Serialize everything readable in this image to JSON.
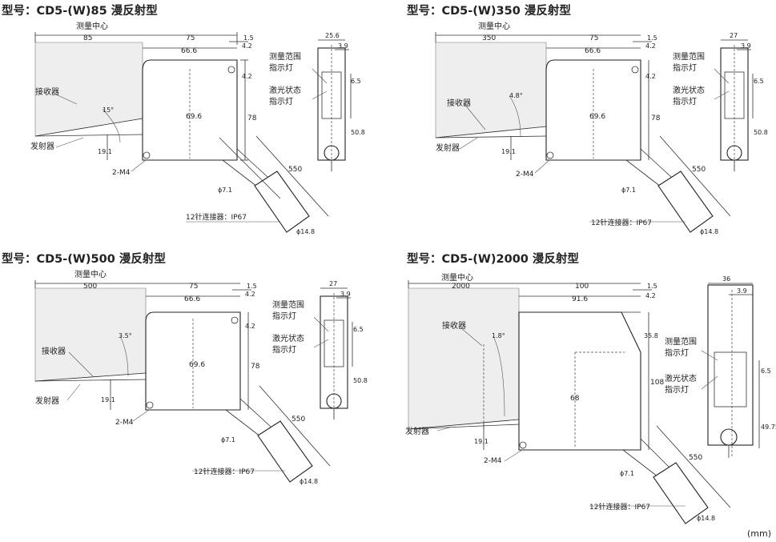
{
  "unit_label": "(mm)",
  "panels": [
    {
      "title": "型号：CD5-(W)85  漫反射型",
      "center_label": "测量中心",
      "dist": "85",
      "w75": "75",
      "w666": "66.6",
      "w15": "1.5",
      "w42": "4.2",
      "h42": "4.2",
      "h696": "69.6",
      "h78": "78",
      "h191": "19.1",
      "angle": "15°",
      "receiver": "接收器",
      "emitter": "发射器",
      "mount": "2-M4",
      "phi71": "ϕ7.1",
      "cable": "550",
      "connector": "12针连接器：IP67",
      "phi148": "ϕ14.8",
      "side_w": "25.6",
      "side_39": "3.9",
      "side_65": "6.5",
      "side_508": "50.8",
      "range_light_1": "测量范围",
      "range_light_2": "指示灯",
      "laser_light_1": "激光状态",
      "laser_light_2": "指示灯"
    },
    {
      "title": "型号：CD5-(W)350  漫反射型",
      "center_label": "测量中心",
      "dist": "350",
      "w75": "75",
      "w666": "66.6",
      "w15": "1.5",
      "w42": "4.2",
      "h42": "4.2",
      "h696": "69.6",
      "h78": "78",
      "h191": "19.1",
      "angle": "4.8°",
      "receiver": "接收器",
      "emitter": "发射器",
      "mount": "2-M4",
      "phi71": "ϕ7.1",
      "cable": "550",
      "connector": "12针连接器：IP67",
      "phi148": "ϕ14.8",
      "side_w": "27",
      "side_39": "3.9",
      "side_65": "6.5",
      "side_508": "50.8",
      "range_light_1": "测量范围",
      "range_light_2": "指示灯",
      "laser_light_1": "激光状态",
      "laser_light_2": "指示灯"
    },
    {
      "title": "型号：CD5-(W)500  漫反射型",
      "center_label": "测量中心",
      "dist": "500",
      "w75": "75",
      "w666": "66.6",
      "w15": "1.5",
      "w42": "4.2",
      "h42": "4.2",
      "h696": "69.6",
      "h78": "78",
      "h191": "19.1",
      "angle": "3.5°",
      "receiver": "接收器",
      "emitter": "发射器",
      "mount": "2-M4",
      "phi71": "ϕ7.1",
      "cable": "550",
      "connector": "12针连接器：IP67",
      "phi148": "ϕ14.8",
      "side_w": "27",
      "side_39": "3.9",
      "side_65": "6.5",
      "side_508": "50.8",
      "range_light_1": "测量范围",
      "range_light_2": "指示灯",
      "laser_light_1": "激光状态",
      "laser_light_2": "指示灯"
    },
    {
      "title": "型号：CD5-(W)2000  漫反射型",
      "center_label": "测量中心",
      "dist": "2000",
      "w75": "100",
      "w666": "91.6",
      "w15": "1.5",
      "w42": "4.2",
      "h42": "35.8",
      "h696": "68",
      "h78": "108",
      "h191": "19.1",
      "angle": "1.8°",
      "receiver": "接收器",
      "emitter": "发射器",
      "mount": "2-M4",
      "phi71": "ϕ7.1",
      "cable": "550",
      "connector": "12针连接器：IP67",
      "phi148": "ϕ14.8",
      "side_w": "36",
      "side_39": "3.9",
      "side_65": "6.5",
      "side_508": "49.75",
      "range_light_1": "测量范围",
      "range_light_2": "指示灯",
      "laser_light_1": "激光状态",
      "laser_light_2": "指示灯"
    }
  ]
}
